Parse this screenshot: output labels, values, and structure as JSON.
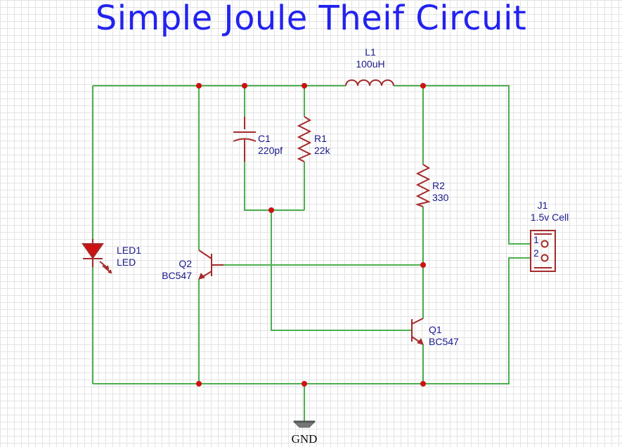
{
  "title": "Simple Joule Theif Circuit",
  "colors": {
    "title": "#2222ee",
    "wire": "#4caf50",
    "component": "#a52a2a",
    "junction": "#cc1111",
    "label": "#1a1a8c"
  },
  "components": {
    "L1": {
      "ref": "L1",
      "value": "100uH"
    },
    "C1": {
      "ref": "C1",
      "value": "220pf"
    },
    "R1": {
      "ref": "R1",
      "value": "22k"
    },
    "R2": {
      "ref": "R2",
      "value": "330"
    },
    "LED1": {
      "ref": "LED1",
      "value": "LED"
    },
    "Q2": {
      "ref": "Q2",
      "value": "BC547"
    },
    "Q1": {
      "ref": "Q1",
      "value": "BC547"
    },
    "J1": {
      "ref": "J1",
      "value": "1.5v Cell",
      "pin1": "1",
      "pin2": "2"
    }
  },
  "ground": {
    "label": "GND"
  }
}
